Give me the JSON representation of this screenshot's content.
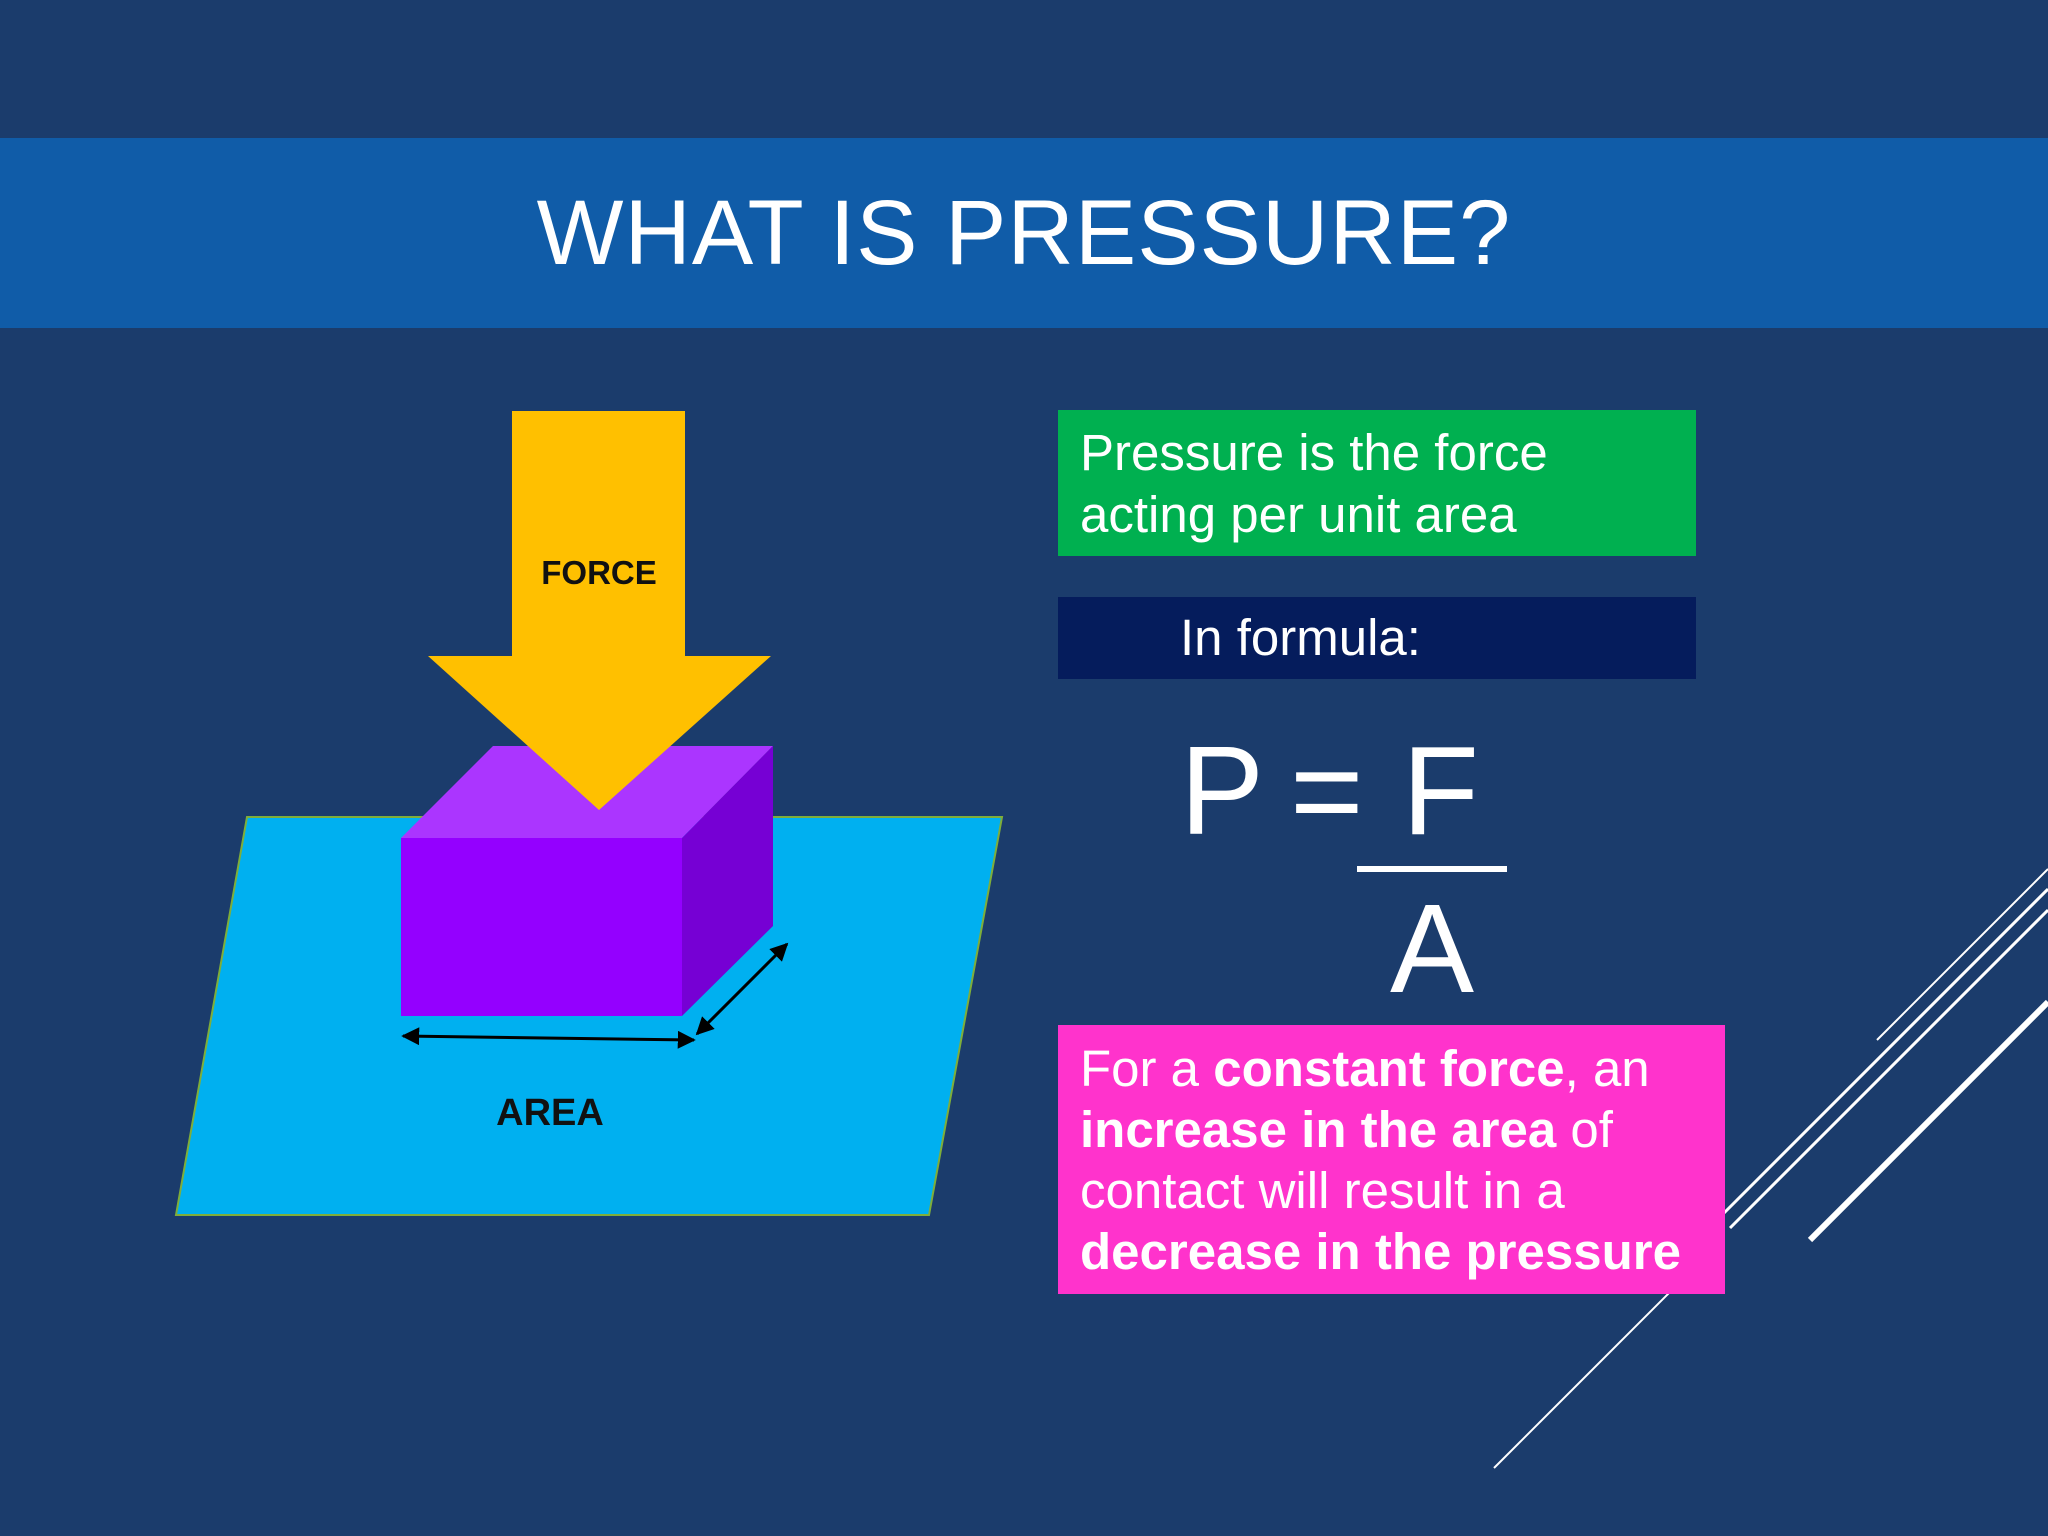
{
  "title": "WHAT IS PRESSURE?",
  "diagram": {
    "force_label": "FORCE",
    "area_label": "AREA",
    "colors": {
      "arrow": "#ffc000",
      "block_front": "#9400ff",
      "block_top": "#ab35ff",
      "block_side": "#7600d4",
      "surface": "#00b0f0"
    }
  },
  "definition": {
    "line1": "Pressure is the force",
    "line2": "acting per unit area"
  },
  "formula_label": "In formula:",
  "formula": {
    "lhs": "P",
    "equals": "=",
    "numerator": "F",
    "denominator": "A"
  },
  "note": {
    "p1": "For a ",
    "b1": "constant force",
    "p2": ", an",
    "b2": "increase in the area",
    "p3": " of",
    "p4": "contact will result in a",
    "b3": "decrease in the pressure"
  },
  "colors": {
    "background": "#1b3c6c",
    "title_bar": "#105ca8",
    "definition_box": "#00b050",
    "formula_box": "#051c5c",
    "note_box": "#ff33cc"
  }
}
